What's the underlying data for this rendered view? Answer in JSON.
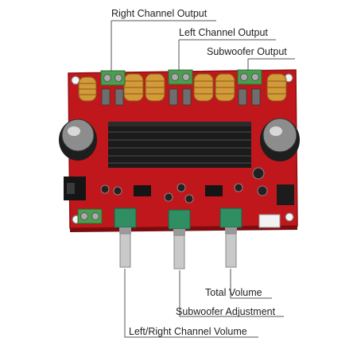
{
  "annotations": {
    "right_channel_output": "Right Channel Output",
    "left_channel_output": "Left Channel Output",
    "subwoofer_output": "Subwoofer Output",
    "total_volume": "Total Volume",
    "subwoofer_adjustment": "Subwoofer Adjustment",
    "lr_channel_volume": "Left/Right Channel Volume"
  },
  "colors": {
    "board": "#c0171c",
    "board_dark": "#8f0f12",
    "heatsink": "#1b1b1b",
    "terminal": "#4a9e4f",
    "pot_body": "#2f8f63",
    "inductor": "#d39a3a",
    "shaft": "#c9c9c9",
    "leader_line": "#555555"
  }
}
